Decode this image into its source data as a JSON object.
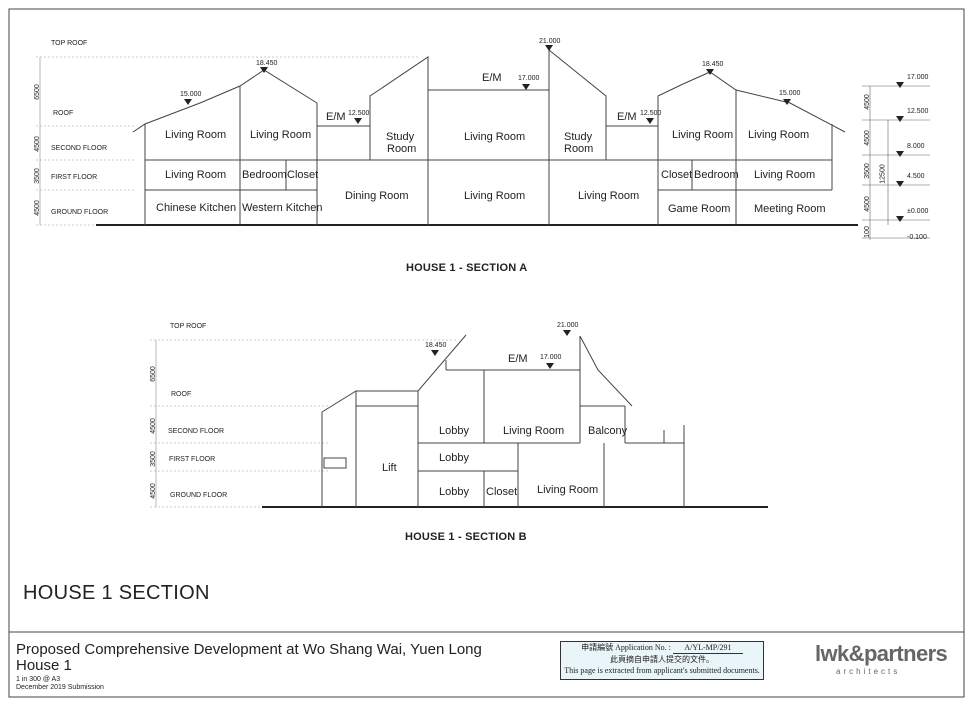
{
  "section_a": {
    "title": "HOUSE 1 - SECTION A",
    "level_labels": [
      "TOP ROOF",
      "ROOF",
      "SECOND FLOOR",
      "FIRST FLOOR",
      "GROUND FLOOR"
    ],
    "rooms": [
      "Living Room",
      "Living Room",
      "Living Room",
      "Study",
      "Room",
      "Study",
      "Room",
      "Living Room",
      "Living Room",
      "Living Room",
      "Bedroom",
      "Closet",
      "Living Room",
      "Living Room",
      "Closet",
      "Bedroom",
      "Chinese Kitchen",
      "Western Kitchen",
      "Dining Room",
      "Game Room",
      "Meeting Room",
      "Living Room"
    ],
    "em_labels": [
      "E/M",
      "E/M",
      "E/M"
    ],
    "level_marks": [
      "15.000",
      "18.450",
      "12.500",
      "17.000",
      "21.000",
      "12.500",
      "18.450",
      "15.000"
    ],
    "right_levels": [
      "17.000",
      "12.500",
      "8.000",
      "4.500",
      "±0.000",
      "-0.100"
    ],
    "right_dims": [
      "4500",
      "4500",
      "3500",
      "4500",
      "100",
      "12500"
    ],
    "left_dims": [
      "6500",
      "4500",
      "3500",
      "4500"
    ]
  },
  "section_b": {
    "title": "HOUSE 1 - SECTION B",
    "level_labels": [
      "TOP ROOF",
      "ROOF",
      "SECOND FLOOR",
      "FIRST FLOOR",
      "GROUND FLOOR"
    ],
    "rooms": [
      "Lobby",
      "Living Room",
      "Balcony",
      "Lift",
      "Lobby",
      "Lobby",
      "Closet",
      "Living Room"
    ],
    "em_labels": [
      "E/M"
    ],
    "level_marks": [
      "18.450",
      "17.000",
      "21.000"
    ],
    "left_dims": [
      "6500",
      "4500",
      "3500",
      "4500"
    ]
  },
  "sheet": {
    "title": "HOUSE 1 SECTION",
    "project_line1": "Proposed Comprehensive Development at Wo Shang Wai, Yuen Long",
    "project_line2": "House 1",
    "scale": "1 in 300 @ A3",
    "submission": "December 2019 Submission"
  },
  "stamp": {
    "line1_label": "申請編號 Application No. :",
    "application_no": "A/YL-MP/291",
    "line2": "此頁摘自申請人提交的文件。",
    "line3": "This page is extracted from applicant's submitted documents."
  },
  "logo": {
    "name": "lwk&partners",
    "sub": "architects"
  }
}
